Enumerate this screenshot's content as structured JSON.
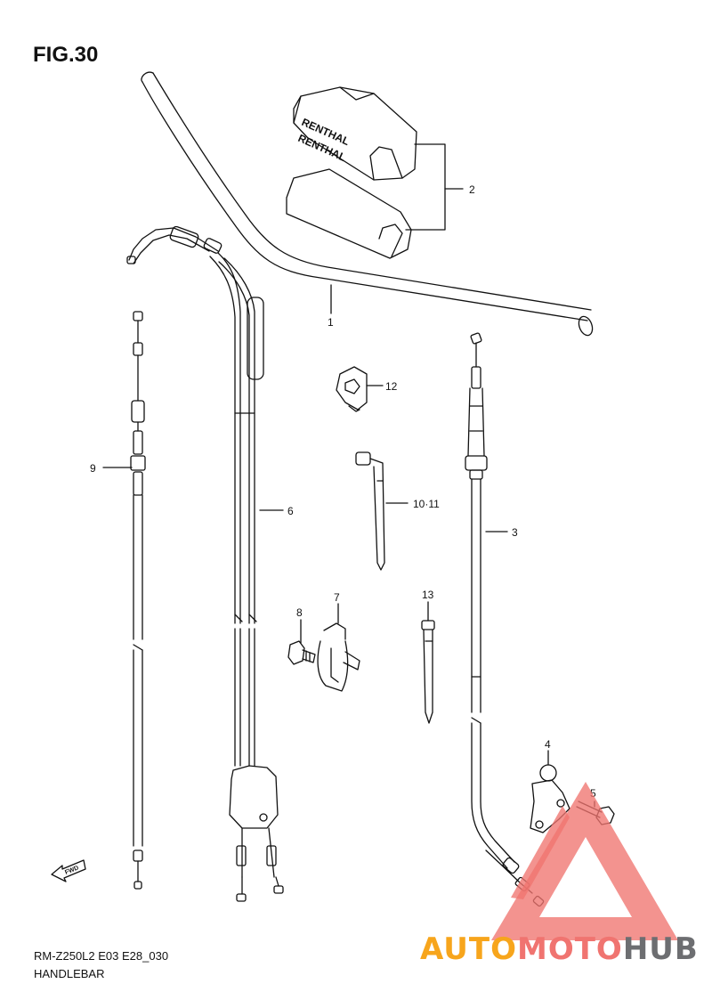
{
  "figure": {
    "title": "FIG.30"
  },
  "callouts": {
    "c1": "1",
    "c2": "2",
    "c3": "3",
    "c4": "4",
    "c5": "5",
    "c6": "6",
    "c7": "7",
    "c8": "8",
    "c9": "9",
    "c10_11": "10·11",
    "c12": "12",
    "c13": "13"
  },
  "pad_brand": {
    "line1": "RENTHAL",
    "line2": "RENTHAL"
  },
  "fwd_label": "FWD",
  "footer": {
    "code": "RM-Z250L2 E03 E28_030",
    "name": "HANDLEBAR"
  },
  "watermark": {
    "part1": "AUTO",
    "part2": "MOTO",
    "part3": "HUB"
  },
  "colors": {
    "line": "#111111",
    "wm_orange": "#f7a51c",
    "wm_red": "#f07470",
    "wm_grey": "#6d6e71"
  },
  "icons": {
    "direction": "fwd-arrow-icon",
    "watermark": "triangle-logo-icon"
  }
}
